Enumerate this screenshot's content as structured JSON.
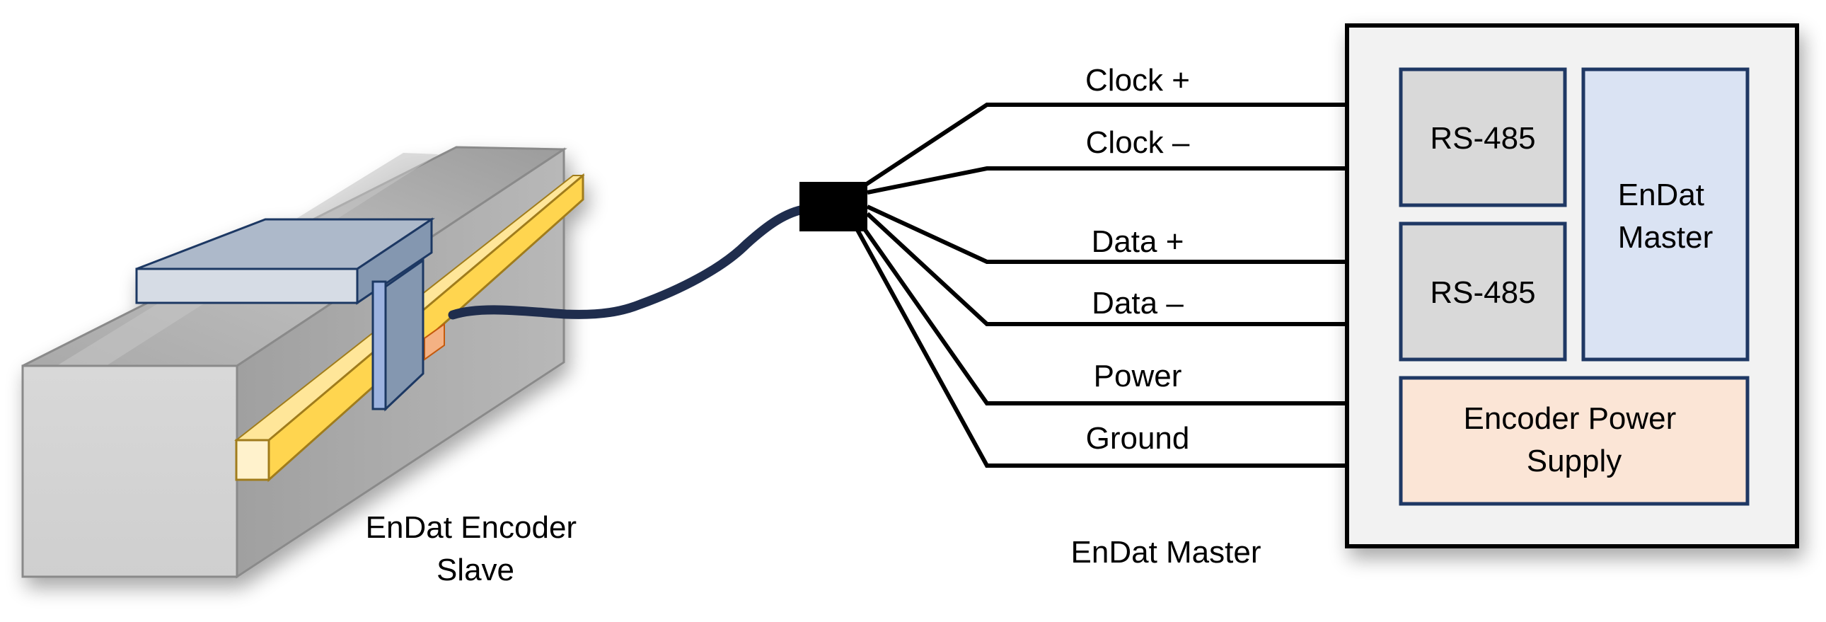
{
  "encoder": {
    "caption_line1": "EnDat Encoder",
    "caption_line2": "Slave"
  },
  "signals": {
    "clock_plus": "Clock +",
    "clock_minus": "Clock –",
    "data_plus": "Data +",
    "data_minus": "Data –",
    "power": "Power",
    "ground": "Ground"
  },
  "master": {
    "caption": "EnDat Master",
    "rs485_top": "RS-485",
    "rs485_bottom": "RS-485",
    "endat_line1": "EnDat",
    "endat_line2": "Master",
    "psu_line1": "Encoder Power",
    "psu_line2": "Supply"
  },
  "colors": {
    "rail_gray": "#cfcfcf",
    "scale_yellow": "#ffd966",
    "readhead_blue": "#b4c7e7",
    "cable_navy": "#1f2d4d",
    "rs485_fill": "#d9d9d9",
    "endat_fill": "#dae3f3",
    "psu_fill": "#fbe5d6",
    "box_border": "#1f3864"
  }
}
